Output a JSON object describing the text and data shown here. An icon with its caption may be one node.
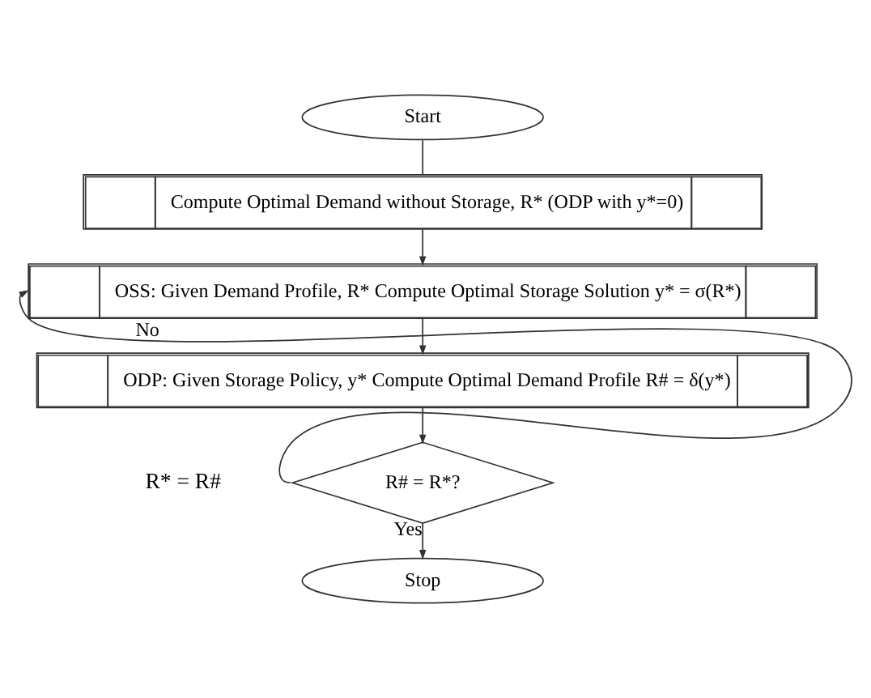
{
  "diagram": {
    "nodes": [
      {
        "text": [
          "Start"
        ]
      },
      {
        "text": [
          "Compute Optimal Demand without Storage, R* (ODP with y*=0)"
        ]
      },
      {
        "text": [
          "OSS: Given Demand Profile, R* Compute Optimal Storage Solution y* = σ(R*)"
        ]
      },
      {
        "text": [
          "ODP: Given Storage Policy, y* Compute Optimal Demand Profile R# = δ(y*)"
        ]
      },
      {
        "text": [
          "R# = R*?"
        ]
      },
      {
        "text": [
          "Stop"
        ]
      }
    ],
    "edges": [
      {
        "from": 0,
        "to": 1,
        "arrow": "none"
      },
      {
        "from": 1,
        "to": 2,
        "arrow": "to"
      },
      {
        "from": 2,
        "to": 3,
        "arrow": "to"
      },
      {
        "from": 3,
        "to": 4,
        "arrow": "to"
      },
      {
        "from": 4,
        "to": 2,
        "arrow": "to",
        "label": "No"
      },
      {
        "from": 4,
        "to": 5,
        "arrow": "to",
        "label": "Yes"
      }
    ],
    "labels": [
      "R* = R#"
    ]
  }
}
